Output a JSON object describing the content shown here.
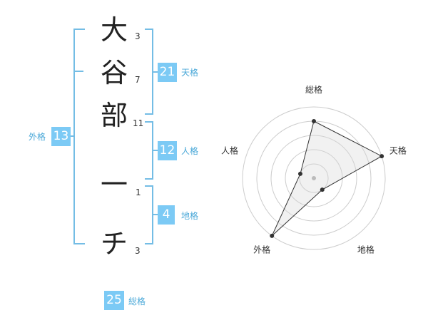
{
  "name": {
    "chars": [
      "大",
      "谷",
      "部",
      "一",
      "チ"
    ],
    "strokes": [
      "3",
      "7",
      "11",
      "1",
      "3"
    ]
  },
  "kakusu": {
    "tenkaku": {
      "value": "21",
      "label": "天格"
    },
    "jinkaku": {
      "value": "12",
      "label": "人格"
    },
    "chikaku": {
      "value": "4",
      "label": "地格"
    },
    "gaikaku": {
      "value": "13",
      "label": "外格"
    },
    "soukaku": {
      "value": "25",
      "label": "総格"
    }
  },
  "colors": {
    "bracket": "#74bde5",
    "badge": "#7ccaf5",
    "label": "#4aa8d8"
  },
  "radar": {
    "axes": [
      "総格",
      "天格",
      "地格",
      "外格",
      "人格"
    ],
    "levels": 5,
    "max": 5,
    "values": [
      4,
      5,
      1,
      5,
      1
    ]
  }
}
